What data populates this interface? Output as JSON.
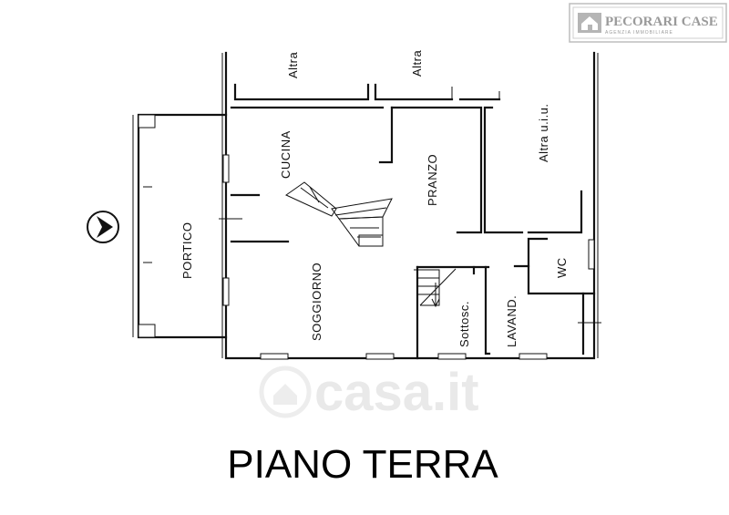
{
  "logo": {
    "brand": "PECORARI CASE",
    "tagline": "AGENZIA IMMOBILIARE"
  },
  "watermark": {
    "text": "casa.it"
  },
  "rooms": {
    "altra_1": "Altra",
    "altra_2": "Altra",
    "altra_uiu": "Altra u.i.u.",
    "cucina": "CUCINA",
    "pranzo": "PRANZO",
    "portico": "PORTICO",
    "soggiorno": "SOGGIORNO",
    "sottoscala": "Sottosc.",
    "lavanderia": "LAVAND.",
    "wc": "WC"
  },
  "plan_title": "PIANO TERRA",
  "colors": {
    "lines": "#111111",
    "watermark": "#e9e9e9",
    "logo": "#9a9a9a"
  },
  "icons": [
    "north-arrow-icon",
    "logo-house-icon"
  ]
}
